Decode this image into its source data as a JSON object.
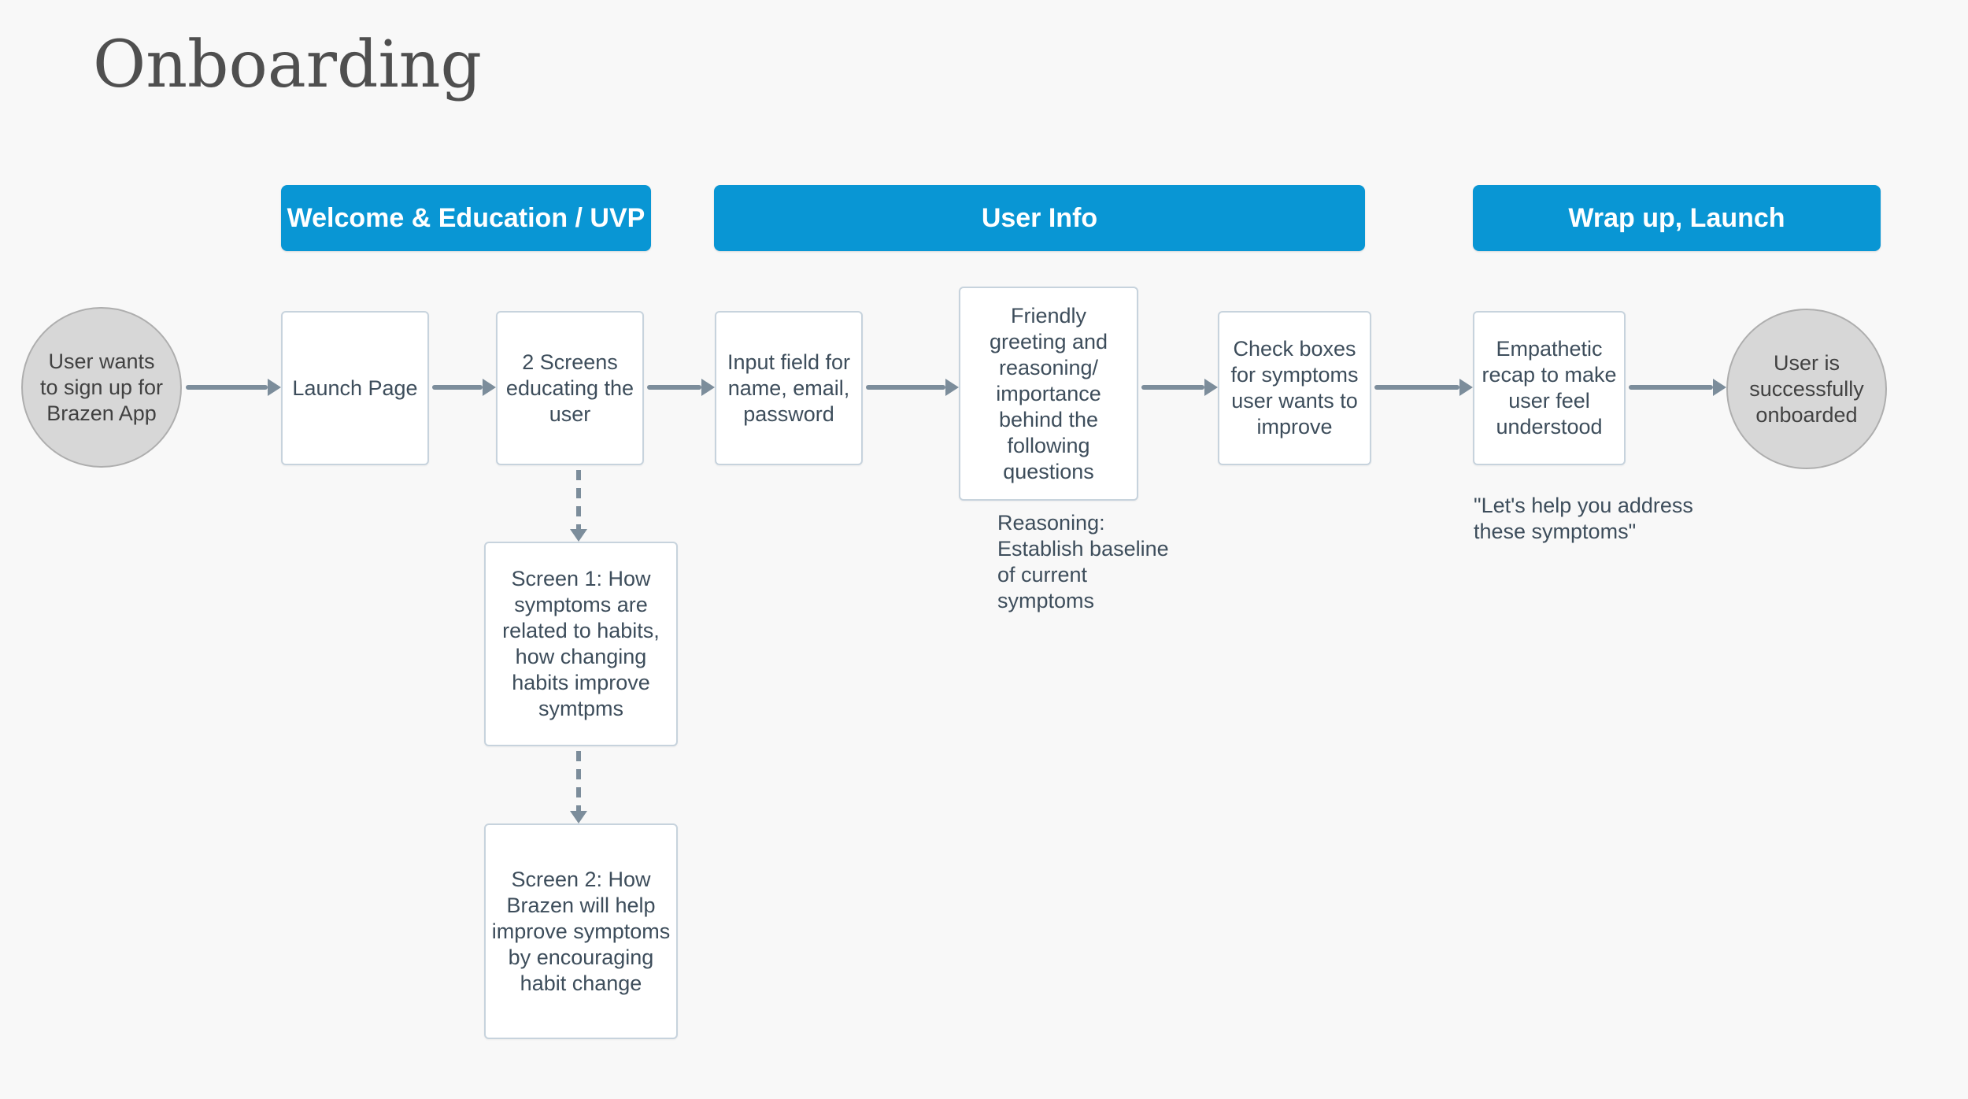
{
  "title": "Onboarding",
  "colors": {
    "background": "#F8F8F8",
    "phase_header_bg": "#0996D4",
    "phase_header_text": "#FFFFFF",
    "box_bg": "#FFFFFF",
    "box_border": "#C7D3DD",
    "box_text": "#3D4D5B",
    "circle_bg": "#D7D7D7",
    "circle_border": "#AEAEAE",
    "circle_text": "#414141",
    "arrow": "#7C8D9B",
    "title_text": "#4F4F4F"
  },
  "phase_headers": [
    {
      "label": "Welcome & Education / UVP"
    },
    {
      "label": "User Info"
    },
    {
      "label": "Wrap up, Launch"
    }
  ],
  "nodes": {
    "start_circle": {
      "label": "User wants\nto sign up for\nBrazen App"
    },
    "launch_page": {
      "label": "Launch Page"
    },
    "two_screens": {
      "label": "2 Screens\neducating the\nuser"
    },
    "input_fields": {
      "label": "Input field for\nname, email,\npassword"
    },
    "friendly_greeting": {
      "label": "Friendly\ngreeting and\nreasoning/\nimportance\nbehind the\nfollowing\nquestions"
    },
    "check_boxes": {
      "label": "Check boxes\nfor symptoms\nuser wants to\nimprove"
    },
    "empathetic_recap": {
      "label": "Empathetic\nrecap to make\nuser feel\nunderstood"
    },
    "end_circle": {
      "label": "User is\nsuccessfully\nonboarded"
    },
    "screen1": {
      "label": "Screen 1: How\nsymptoms are\nrelated to habits,\nhow changing\nhabits improve\nsymtpms"
    },
    "screen2": {
      "label": "Screen 2: How\nBrazen will help\nimprove symptoms\nby encouraging\nhabit change"
    }
  },
  "annotations": {
    "reasoning_note": "Reasoning:\nEstablish baseline\nof current\nsymptoms",
    "recap_quote": "\"Let's help you address\nthese symptoms\""
  }
}
